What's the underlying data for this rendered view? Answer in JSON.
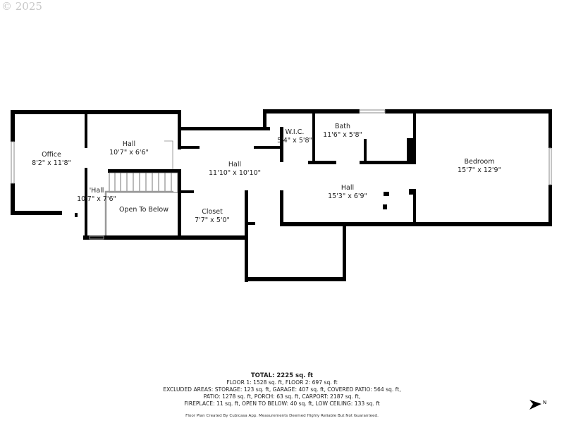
{
  "watermark": "© 2025",
  "rooms": [
    {
      "name": "Office",
      "size": "8'2\" x 11'8\""
    },
    {
      "name": "Hall",
      "size": "10'7\" x 6'6\""
    },
    {
      "name": "Hall",
      "size": "11'10\" x 10'10\""
    },
    {
      "name": "'Hall",
      "size": "10'7\" x 7'6\""
    },
    {
      "name": "Open To Below",
      "size": ""
    },
    {
      "name": "Closet",
      "size": "7'7\" x 5'0\""
    },
    {
      "name": "W.I.C.",
      "size": "5'4\" x 5'8\""
    },
    {
      "name": "Bath",
      "size": "11'6\" x 5'8\""
    },
    {
      "name": "Hall",
      "size": "15'3\" x 6'9\""
    },
    {
      "name": "Bedroom",
      "size": "15'7\" x 12'9\""
    }
  ],
  "summary": {
    "total": "TOTAL: 2225 sq. ft",
    "floors": "FLOOR 1: 1528 sq. ft, FLOOR 2: 697 sq. ft",
    "excluded_1": "EXCLUDED AREAS: STORAGE: 123 sq. ft, GARAGE: 407 sq. ft, COVERED PATIO: 564 sq. ft,",
    "excluded_2": "PATIO: 1278 sq. ft, PORCH: 63 sq. ft, CARPORT: 2187 sq. ft,",
    "excluded_3": "FIREPLACE: 11 sq. ft, OPEN TO BELOW: 40 sq. ft, LOW CEILING: 133 sq. ft",
    "credit": "Floor Plan Created By Cubicasa App. Measurements Deemed Highly Reliable But Not Guaranteed."
  },
  "compass": {
    "label": "N",
    "icon": "north-arrow-icon"
  }
}
